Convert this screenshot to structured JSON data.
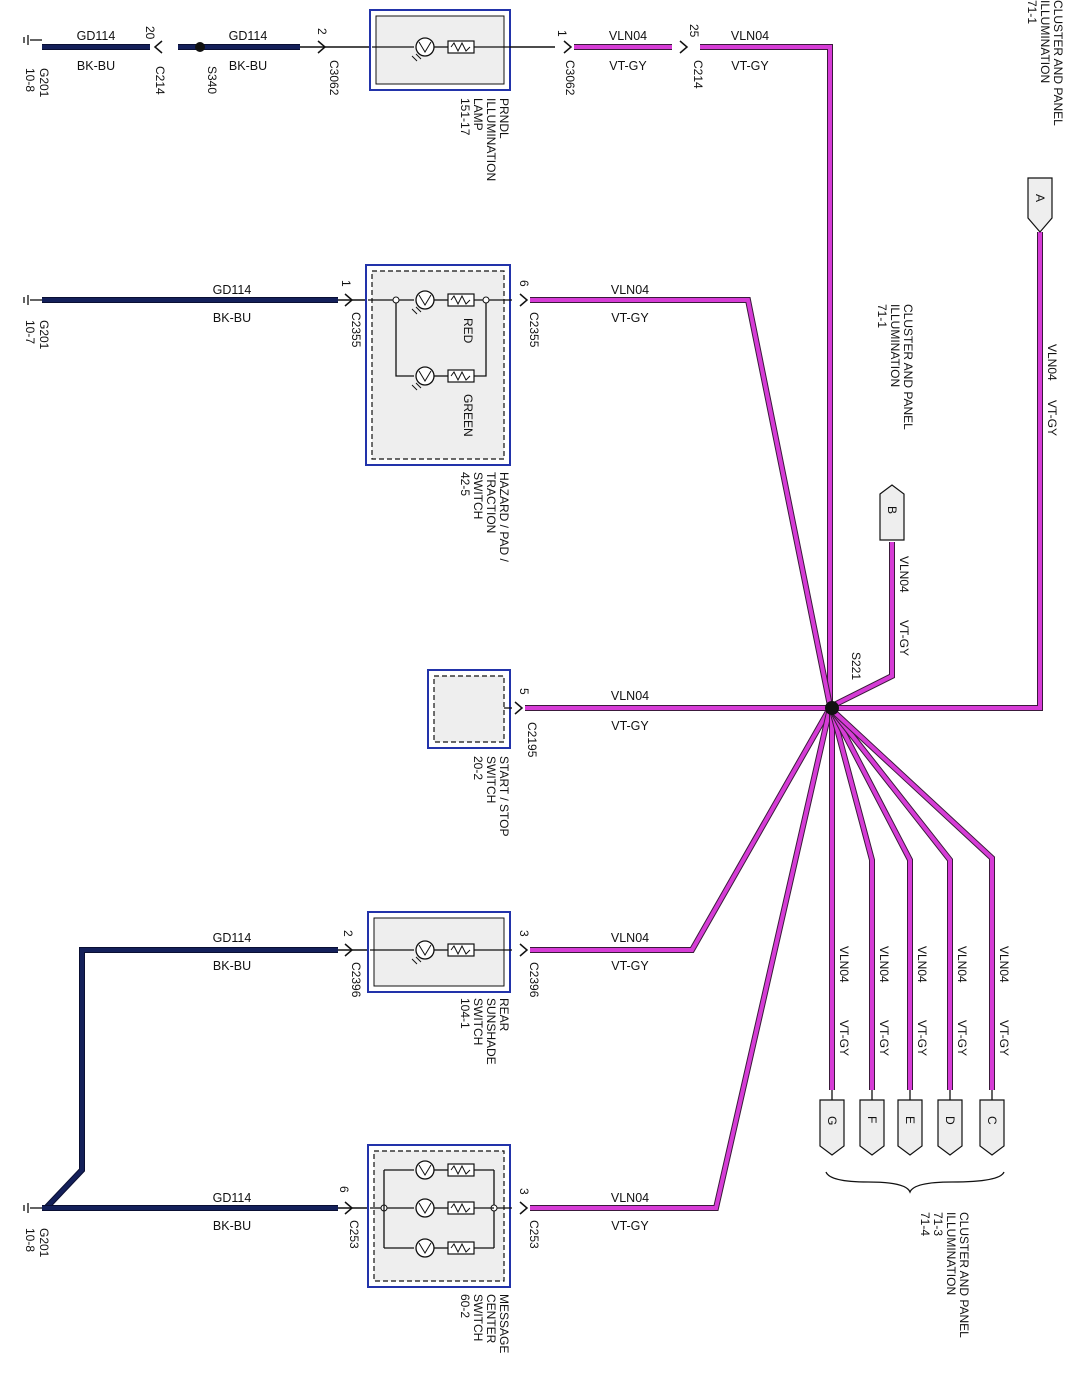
{
  "colors": {
    "ground_wire": "#14205a",
    "ground_wire_edge": "#0a0f33",
    "power_wire": "#d63cd6",
    "power_wire_edge": "#3a1a3a",
    "component_fill": "#eeeeee",
    "component_border": "#2233aa",
    "text": "#111111"
  },
  "wires": {
    "ground_circuit": "GD114",
    "ground_color": "BK-BU",
    "power_circuit": "VLN04",
    "power_color": "VT-GY"
  },
  "grounds": {
    "g1": "G201",
    "g1_ref": "10-8",
    "g2": "G201",
    "g2_ref": "10-7",
    "g3": "G201",
    "g3_ref": "10-8"
  },
  "splices": {
    "s340": "S340",
    "s221": "S221"
  },
  "row1": {
    "pin_c214_left": "20",
    "conn_c214_left": "C214",
    "pin_c3062_left": "2",
    "conn_c3062_left": "C3062",
    "pin_c3062_right": "1",
    "conn_c3062_right": "C3062",
    "pin_c214_right": "25",
    "conn_c214_right": "C214",
    "component_lines": [
      "PRNDL",
      "ILLUMINATION",
      "LAMP",
      "151-17"
    ]
  },
  "row2": {
    "pin_left": "1",
    "conn_left": "C2355",
    "pin_right": "6",
    "conn_right": "C2355",
    "lamp_red": "RED",
    "lamp_green": "GREEN",
    "component_lines": [
      "HAZARD / PAD /",
      "TRACTION",
      "SWITCH",
      "42-5"
    ]
  },
  "row3": {
    "pin_right": "5",
    "conn_right": "C2195",
    "component_lines": [
      "START / STOP",
      "SWITCH",
      "20-2"
    ]
  },
  "row4": {
    "pin_left": "2",
    "conn_left": "C2396",
    "pin_right": "3",
    "conn_right": "C2396",
    "component_lines": [
      "REAR",
      "SUNSHADE",
      "SWITCH",
      "104-1"
    ]
  },
  "row5": {
    "pin_left": "6",
    "conn_left": "C253",
    "pin_right": "3",
    "conn_right": "C253",
    "component_lines": [
      "MESSAGE",
      "CENTER",
      "SWITCH",
      "60-2"
    ]
  },
  "offpage": {
    "a": "A",
    "b": "B",
    "c": "C",
    "d": "D",
    "e": "E",
    "f": "F",
    "g": "G"
  },
  "notes": {
    "top_right_lines": [
      "CLUSTER AND PANEL",
      "ILLUMINATION",
      "71-1"
    ],
    "mid_right_lines": [
      "CLUSTER AND PANEL",
      "ILLUMINATION",
      "71-1"
    ],
    "bottom_right_lines": [
      "CLUSTER AND PANEL",
      "ILLUMINATION",
      "71-3",
      "71-4"
    ]
  }
}
